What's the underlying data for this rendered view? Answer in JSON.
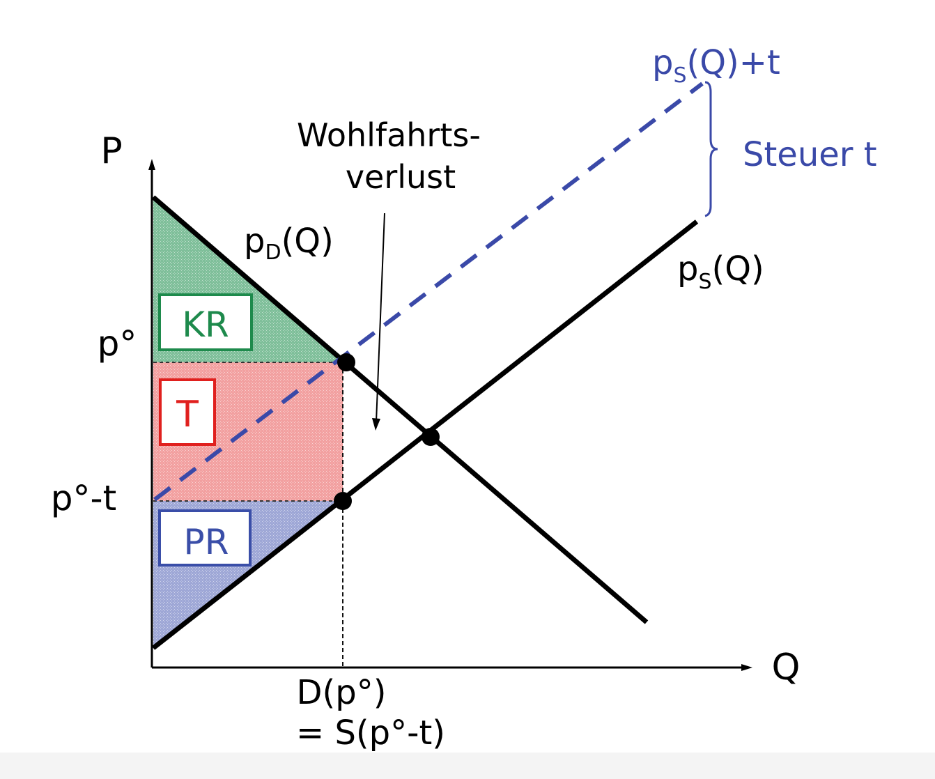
{
  "colors": {
    "consumer_fill": "#7fbf9a",
    "tax_fill": "#f2a0a0",
    "producer_fill": "#9ea7d6",
    "consumer_label": "#1e8a4c",
    "tax_label": "#e0201e",
    "producer_label": "#3a4ea8",
    "shifted_supply": "#3a49a8",
    "curves": "#000000"
  },
  "axes": {
    "y_label": "P",
    "x_label": "Q"
  },
  "price_labels": {
    "p_star": "p°",
    "p_star_minus_t": "p°-t"
  },
  "quantity_label": {
    "line1": "D(p°)",
    "line2": "= S(p°-t)"
  },
  "curves": {
    "demand": {
      "base": "p",
      "sub": "D",
      "suffix": "(Q)"
    },
    "supply": {
      "base": "p",
      "sub": "S",
      "suffix": "(Q)"
    },
    "shifted_supply": {
      "base": "p",
      "sub": "S",
      "suffix": "(Q)+t"
    }
  },
  "annotations": {
    "welfare_loss_line1": "Wohlfahrts-",
    "welfare_loss_line2": "verlust",
    "tax_brace": "Steuer t"
  },
  "areas": {
    "consumer_surplus": "KR",
    "tax_revenue": "T",
    "producer_surplus": "PR"
  }
}
